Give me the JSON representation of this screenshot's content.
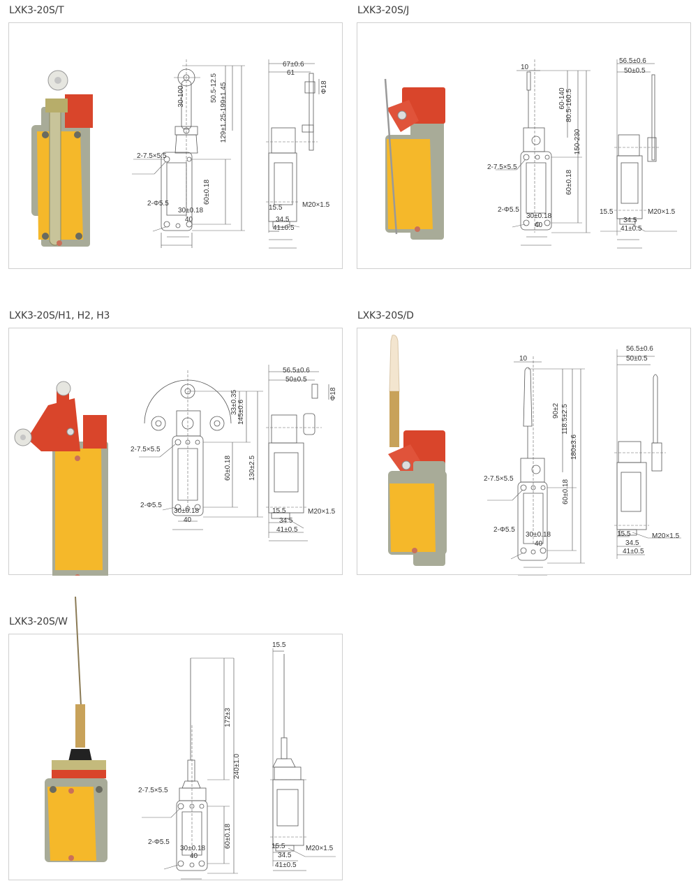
{
  "colors": {
    "panel_border": "#cfcfcf",
    "line": "#555555",
    "housing_yellow": "#f5b82a",
    "housing_grey": "#a8ab98",
    "head_red": "#d9452b",
    "metal": "#c9c9b8"
  },
  "panels": [
    {
      "id": "T",
      "title": "LXK3-20S/T",
      "front_view": {
        "labels": {
          "slot": "2-7.5×5.5",
          "hole": "2-Φ5.5",
          "pitch": "30±0.18",
          "width": "40",
          "lever": "30-100",
          "roller_offset": "50.5-12.5",
          "total": "129±1.25-199±1.45",
          "center": "60±0.18"
        }
      },
      "side_view": {
        "labels": {
          "overall_depth": "67±0.6",
          "depth": "61",
          "roller_dia": "Φ18",
          "conduit_offset": "15.5",
          "thread": "M20×1.5",
          "base_inner": "34.5",
          "base_outer": "41±0.5"
        }
      }
    },
    {
      "id": "J",
      "title": "LXK3-20S/J",
      "front_view": {
        "labels": {
          "rod_offset": "10",
          "slot": "2-7.5×5.5",
          "hole": "2-Φ5.5",
          "pitch": "30±0.18",
          "width": "40",
          "rod": "60-140",
          "rod_reach": "80.5-160.5",
          "total": "150-230",
          "center": "60±0.18"
        }
      },
      "side_view": {
        "labels": {
          "overall_depth": "56.5±0.6",
          "depth": "50±0.5",
          "conduit_offset": "15.5",
          "thread": "M20×1.5",
          "base_inner": "34.5",
          "base_outer": "41±0.5"
        }
      }
    },
    {
      "id": "H",
      "title": "LXK3-20S/H1, H2, H3",
      "front_view": {
        "labels": {
          "slot": "2-7.5×5.5",
          "hole": "2-Φ5.5",
          "pitch": "30±0.18",
          "width": "40",
          "roller_arm": "33±0.35",
          "head": "145±0.6",
          "total": "130±2.5",
          "center": "60±0.18"
        }
      },
      "side_view": {
        "labels": {
          "overall_depth": "56.5±0.6",
          "depth": "50±0.5",
          "roller_dia": "Φ18",
          "conduit_offset": "15.5",
          "thread": "M20×1.5",
          "base_inner": "34.5",
          "base_outer": "41±0.5"
        }
      }
    },
    {
      "id": "D",
      "title": "LXK3-20S/D",
      "front_view": {
        "labels": {
          "rod_offset": "10",
          "slot": "2-7.5×5.5",
          "hole": "2-Φ5.5",
          "pitch": "30±0.18",
          "width": "40",
          "rod": "90±2",
          "rod_reach": "118.5±2.5",
          "total": "180±3.6",
          "center": "60±0.18"
        }
      },
      "side_view": {
        "labels": {
          "overall_depth": "56.5±0.6",
          "depth": "50±0.5",
          "conduit_offset": "15.5",
          "thread": "M20×1.5",
          "base_inner": "34.5",
          "base_outer": "41±0.5"
        }
      }
    },
    {
      "id": "W",
      "title": "LXK3-20S/W",
      "front_view": {
        "labels": {
          "slot": "2-7.5×5.5",
          "hole": "2-Φ5.5",
          "pitch": "30±0.18",
          "width": "40",
          "wire": "172±3",
          "total": "240±1.0",
          "center": "60±0.18"
        }
      },
      "side_view": {
        "labels": {
          "top_offset": "15.5",
          "conduit_offset": "15.5",
          "thread": "M20×1.5",
          "base_inner": "34.5",
          "base_outer": "41±0.5"
        }
      }
    }
  ]
}
